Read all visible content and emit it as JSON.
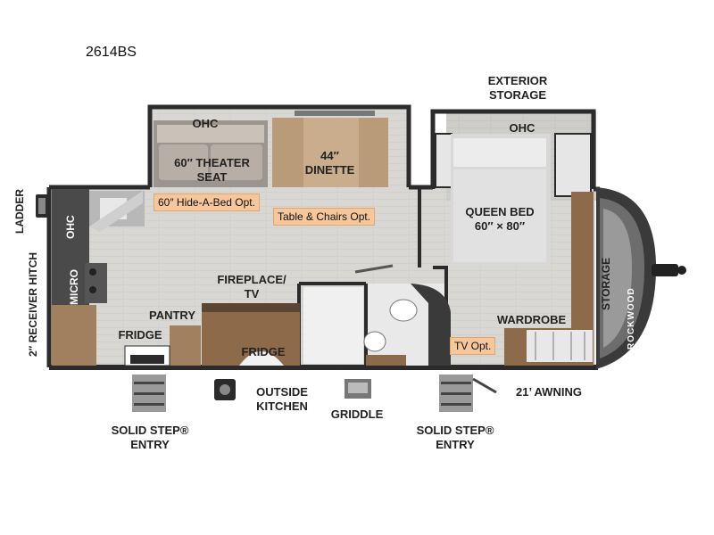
{
  "model": "2614BS",
  "rooms": {
    "ohc_living": "OHC",
    "theater_seat": "60″ THEATER\nSEAT",
    "dinette": "44″\nDINETTE",
    "exterior_storage": "EXTERIOR\nSTORAGE",
    "ohc_bedroom": "OHC",
    "queen_bed": "QUEEN BED\n60″ × 80″",
    "storage": "STORAGE",
    "ladder": "LADDER",
    "receiver_hitch": "2″ RECEIVER HITCH",
    "ohc_kitchen": "OHC",
    "micro": "MICRO",
    "fireplace_tv": "FIREPLACE/\nTV",
    "pantry": "PANTRY",
    "fridge_left": "FRIDGE",
    "fridge_kitchen": "FRIDGE",
    "wardrobe": "WARDROBE",
    "outside_kitchen": "OUTSIDE\nKITCHEN",
    "griddle": "GRIDDLE",
    "awning": "21’ AWNING",
    "step_left": "SOLID STEP®\nENTRY",
    "step_right": "SOLID STEP®\nENTRY",
    "brand": "ROCKWOOD"
  },
  "options": {
    "hide_a_bed": "60″ Hide-A-Bed Opt.",
    "table_chairs": "Table & Chairs Opt.",
    "tv": "TV Opt."
  },
  "colors": {
    "wall": "#2b2b2b",
    "floor": "#d8d6d2",
    "wood": "#8c6a4a",
    "cabinet": "#a0805e",
    "option_tag": "#f6c79b"
  }
}
